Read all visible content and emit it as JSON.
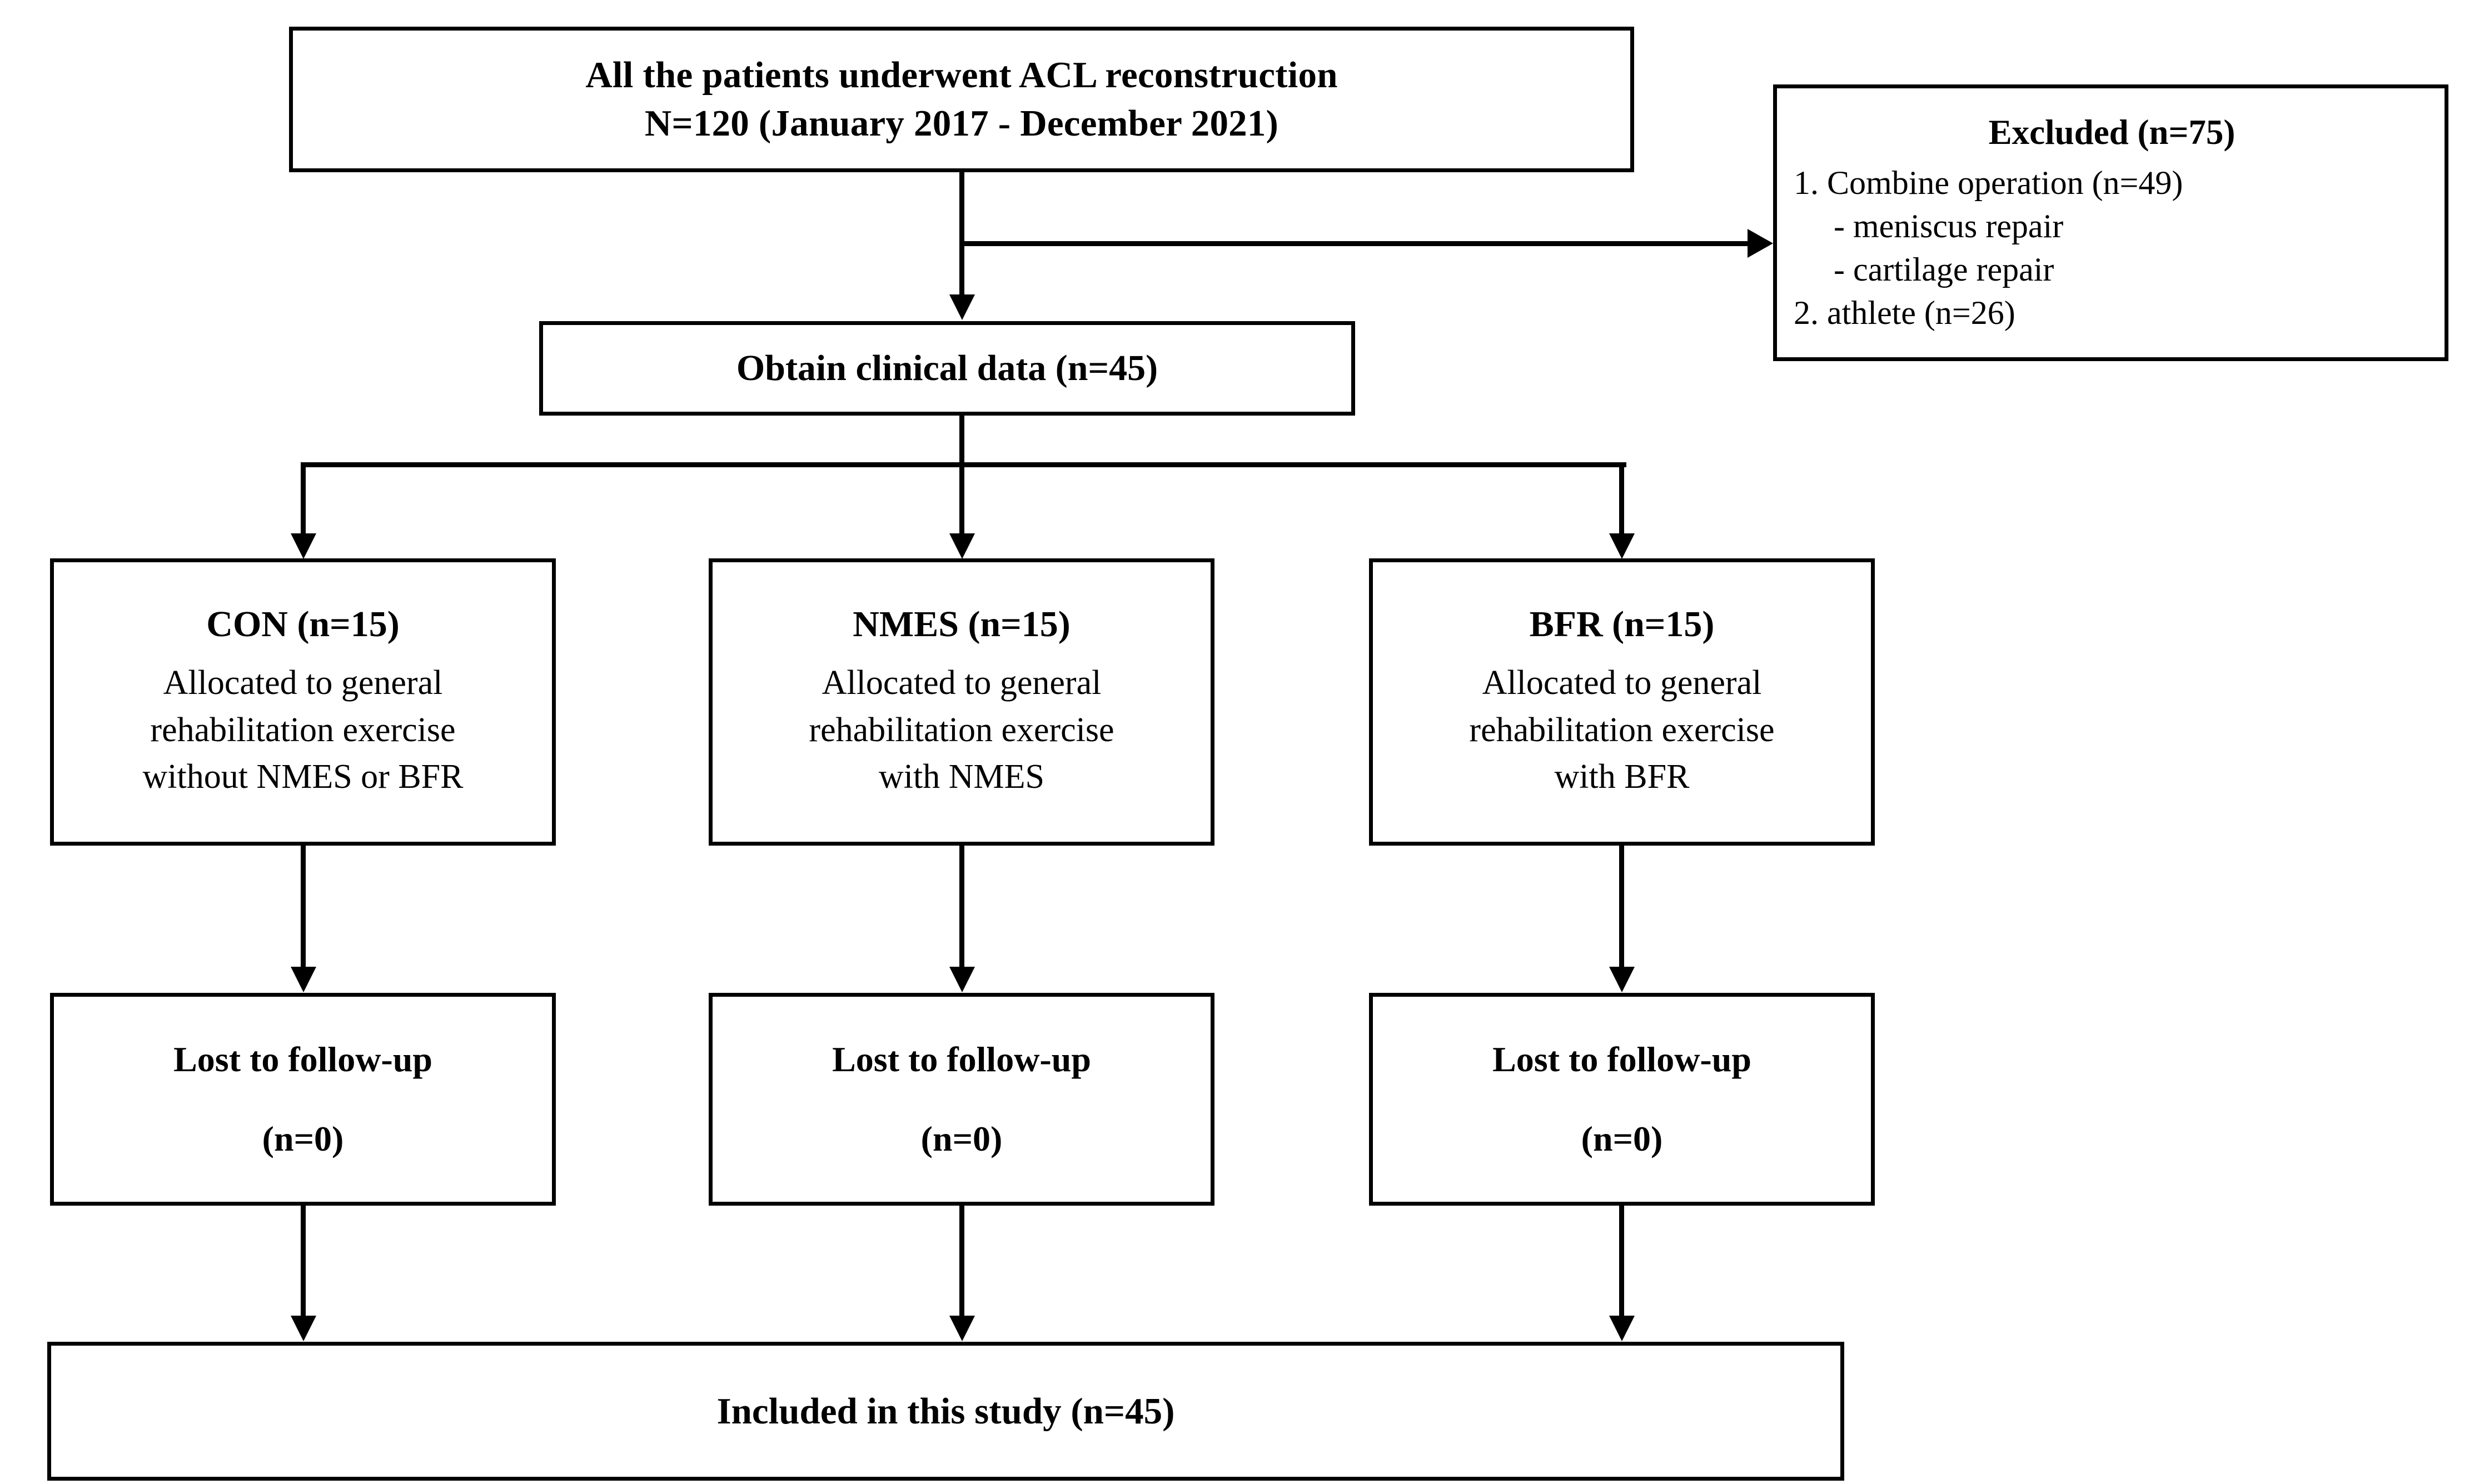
{
  "diagram": {
    "title": "CONSORT-style participant flow diagram for ACL reconstruction rehabilitation study",
    "type": "flowchart"
  },
  "nodes": {
    "enrollment": {
      "line1": "All the patients underwent ACL reconstruction",
      "line2": "N=120 (January 2017 - December 2021)"
    },
    "excluded": {
      "title": "Excluded (n=75)",
      "items": [
        "1.  Combine operation (n=49)",
        "- meniscus repair",
        "- cartilage repair",
        "2. athlete (n=26)"
      ]
    },
    "obtain": {
      "label": "Obtain clinical data (n=45)"
    },
    "groups": [
      {
        "title": "CON (n=15)",
        "body_line1": "Allocated to general",
        "body_line2": "rehabilitation exercise",
        "body_line3": "without NMES or BFR"
      },
      {
        "title": "NMES (n=15)",
        "body_line1": "Allocated to general",
        "body_line2": "rehabilitation exercise",
        "body_line3": "with NMES"
      },
      {
        "title": "BFR (n=15)",
        "body_line1": "Allocated to general",
        "body_line2": "rehabilitation exercise",
        "body_line3": "with BFR"
      }
    ],
    "lost": [
      {
        "label": "Lost to follow-up",
        "count": "(n=0)"
      },
      {
        "label": "Lost to follow-up",
        "count": "(n=0)"
      },
      {
        "label": "Lost to follow-up",
        "count": "(n=0)"
      }
    ],
    "included": {
      "label": "Included in this study (n=45)"
    }
  },
  "colors": {
    "stroke": "#000000",
    "background": "#ffffff",
    "text": "#000000"
  }
}
